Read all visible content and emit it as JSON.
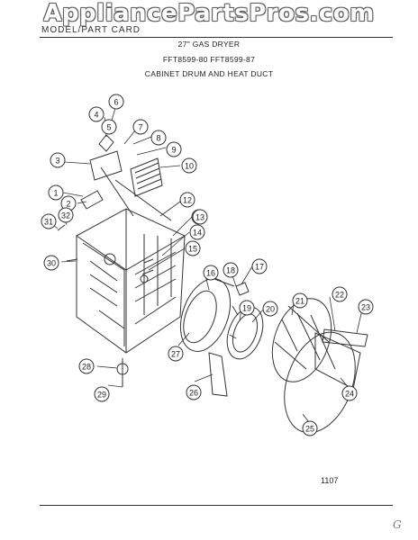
{
  "header": {
    "watermark": "AppliancePartsPros.com",
    "model_word": "MODEL/PART CARD",
    "title_lines": [
      "27\" GAS DRYER",
      "FFT8599-80  FFT8599-87",
      "CABINET DRUM AND HEAT DUCT"
    ]
  },
  "diagram": {
    "part_numbers": [
      "1",
      "2",
      "3",
      "4",
      "5",
      "6",
      "7",
      "8",
      "9",
      "10",
      "11",
      "12",
      "13",
      "14",
      "15",
      "16",
      "17",
      "18",
      "19",
      "20",
      "21",
      "22",
      "23",
      "24",
      "25",
      "26",
      "27",
      "28",
      "29",
      "30",
      "31",
      "32"
    ]
  },
  "footer": {
    "page_code": "1107",
    "corner_mark": "G"
  }
}
